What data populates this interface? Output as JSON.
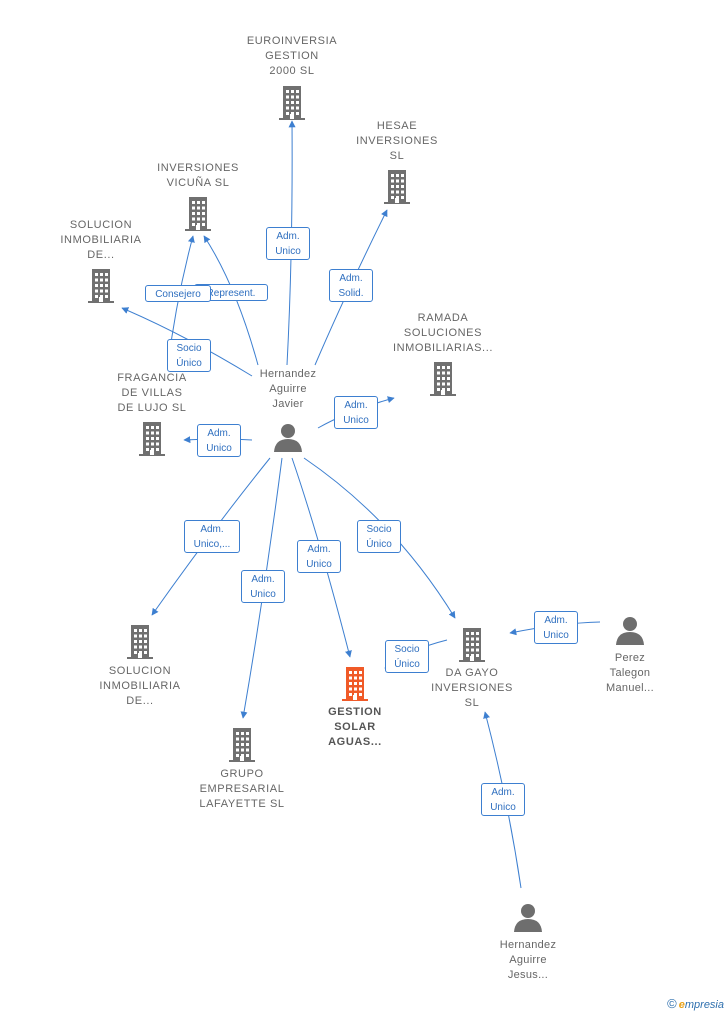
{
  "nodes": [
    {
      "id": "euroinversia",
      "type": "company",
      "label": "EUROINVERSIA\nGESTION\n2000  SL"
    },
    {
      "id": "hesae",
      "type": "company",
      "label": "HESAE\nINVERSIONES\nSL"
    },
    {
      "id": "vicuna",
      "type": "company",
      "label": "INVERSIONES\nVICUÑA  SL"
    },
    {
      "id": "solucion1",
      "type": "company",
      "label": "SOLUCION\nINMOBILIARIA\nDE..."
    },
    {
      "id": "ramada",
      "type": "company",
      "label": "RAMADA\nSOLUCIONES\nINMOBILIARIAS..."
    },
    {
      "id": "fragancia",
      "type": "company",
      "label": "FRAGANCIA\nDE VILLAS\nDE LUJO  SL"
    },
    {
      "id": "hernandez_javier",
      "type": "person",
      "label": "Hernandez\nAguirre\nJavier"
    },
    {
      "id": "solucion2",
      "type": "company",
      "label": "SOLUCION\nINMOBILIARIA\nDE..."
    },
    {
      "id": "gestion_solar",
      "type": "focus",
      "label": "GESTION\nSOLAR\nAGUAS..."
    },
    {
      "id": "dagayo",
      "type": "company",
      "label": "DA GAYO\nINVERSIONES\nSL"
    },
    {
      "id": "perez",
      "type": "person",
      "label": "Perez\nTalegon\nManuel..."
    },
    {
      "id": "lafayette",
      "type": "company",
      "label": "GRUPO\nEMPRESARIAL\nLAFAYETTE  SL"
    },
    {
      "id": "hernandez_jesus",
      "type": "person",
      "label": "Hernandez\nAguirre\nJesus..."
    }
  ],
  "edges": [
    {
      "from": "hernandez_javier",
      "to": "euroinversia",
      "label": "Adm.\nUnico"
    },
    {
      "from": "hernandez_javier",
      "to": "hesae",
      "label": "Adm.\nSolid."
    },
    {
      "from": "hernandez_javier",
      "to": "vicuna",
      "label": "Represent."
    },
    {
      "from": "hernandez_javier",
      "to": "vicuna",
      "label": "Consejero"
    },
    {
      "from": "hernandez_javier",
      "to": "solucion1",
      "label": "Socio\nÚnico"
    },
    {
      "from": "hernandez_javier",
      "to": "ramada",
      "label": "Adm.\nUnico"
    },
    {
      "from": "hernandez_javier",
      "to": "fragancia",
      "label": "Adm.\nUnico"
    },
    {
      "from": "hernandez_javier",
      "to": "solucion2",
      "label": "Adm.\nUnico,..."
    },
    {
      "from": "hernandez_javier",
      "to": "lafayette",
      "label": "Adm.\nUnico"
    },
    {
      "from": "hernandez_javier",
      "to": "gestion_solar",
      "label": "Adm.\nUnico"
    },
    {
      "from": "hernandez_javier",
      "to": "dagayo",
      "label": "Socio\nÚnico"
    },
    {
      "from": "dagayo",
      "to": "gestion_solar",
      "label": "Socio\nÚnico"
    },
    {
      "from": "perez",
      "to": "dagayo",
      "label": "Adm.\nUnico"
    },
    {
      "from": "hernandez_jesus",
      "to": "dagayo",
      "label": "Adm.\nUnico"
    }
  ],
  "colors": {
    "edge": "#3d7fd0",
    "building": "#707070",
    "focus": "#f05a28",
    "person": "#6e6e6e"
  },
  "credit": {
    "symbol": "©",
    "brand_initial": "e",
    "brand_rest": "mpresia"
  }
}
